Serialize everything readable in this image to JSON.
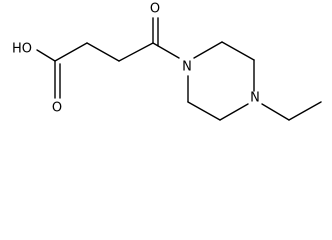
{
  "molecule": {
    "atoms": {
      "ho": "HO",
      "acid_o": "O",
      "ketone_o": "O",
      "n1": "N",
      "n2": "N"
    }
  }
}
